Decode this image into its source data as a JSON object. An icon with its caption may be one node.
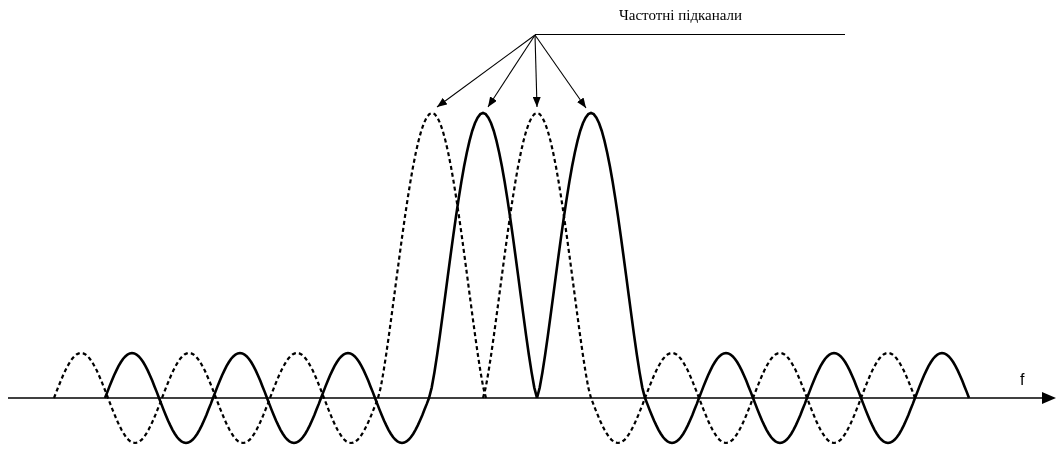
{
  "diagram": {
    "nodes": [
      {
        "text": [
          "Частотні підканали"
        ]
      },
      {
        "text": [],
        "shape": "curve"
      },
      {
        "text": [],
        "shape": "curve"
      },
      {
        "text": [],
        "shape": "curve"
      },
      {
        "text": [],
        "shape": "curve"
      }
    ],
    "edges": [
      {
        "from": 0,
        "to": 1,
        "arrow": "to"
      },
      {
        "from": 0,
        "to": 2,
        "arrow": "to"
      },
      {
        "from": 0,
        "to": 3,
        "arrow": "to"
      },
      {
        "from": 0,
        "to": 4,
        "arrow": "to"
      }
    ],
    "labels": [
      "f"
    ]
  }
}
